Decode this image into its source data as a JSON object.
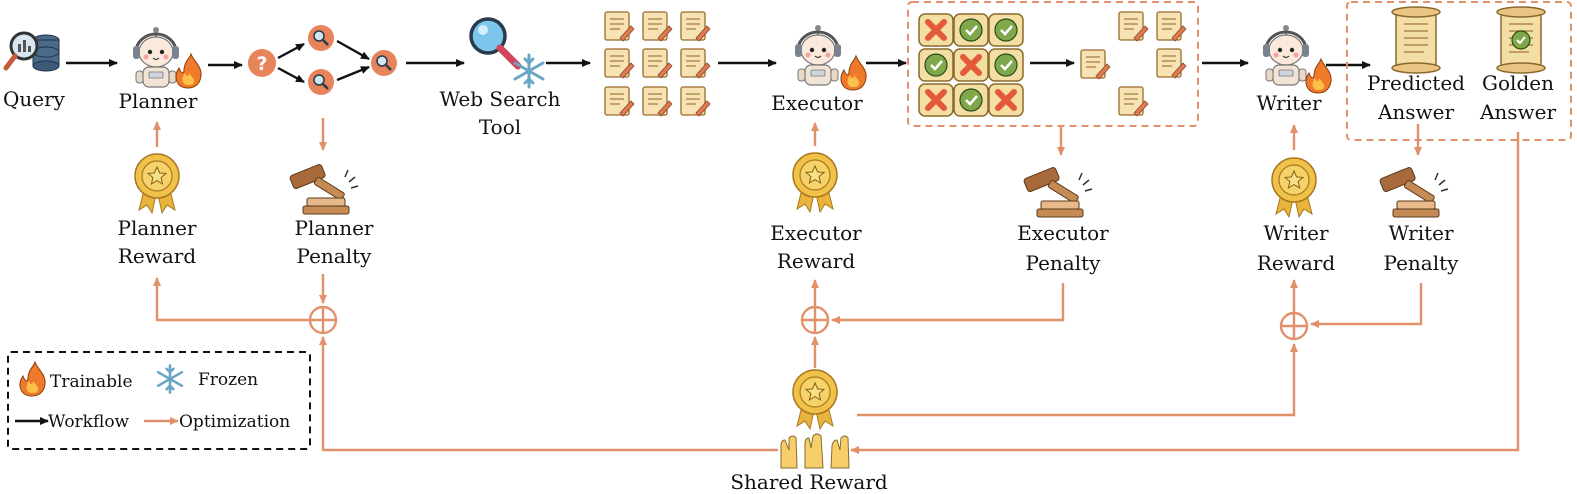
{
  "nodes": {
    "query": "Query",
    "planner": "Planner",
    "web_search_line1": "Web Search",
    "web_search_line2": "Tool",
    "executor": "Executor",
    "writer": "Writer",
    "predicted_line1": "Predicted",
    "predicted_line2": "Answer",
    "golden_line1": "Golden",
    "golden_line2": "Answer",
    "shared_reward": "Shared Reward"
  },
  "rewards": {
    "planner_reward_1": "Planner",
    "planner_reward_2": "Reward",
    "planner_penalty_1": "Planner",
    "planner_penalty_2": "Penalty",
    "executor_reward_1": "Executor",
    "executor_reward_2": "Reward",
    "executor_penalty_1": "Executor",
    "executor_penalty_2": "Penalty",
    "writer_reward_1": "Writer",
    "writer_reward_2": "Reward",
    "writer_penalty_1": "Writer",
    "writer_penalty_2": "Penalty"
  },
  "legend": {
    "trainable": "Trainable",
    "frozen": "Frozen",
    "workflow": "Workflow",
    "optimization": "Optimization"
  },
  "colors": {
    "workflow": "#111111",
    "optimization": "#e2906a",
    "accent": "#e07a50",
    "gold": "#e8b43c"
  },
  "icons": [
    "magnifier-database-icon",
    "robot-icon",
    "fire-icon",
    "question-icon",
    "search-icon",
    "snowflake-icon",
    "document-icon",
    "check-icon",
    "cross-icon",
    "medal-icon",
    "gavel-icon",
    "scroll-icon",
    "hands-icon"
  ]
}
